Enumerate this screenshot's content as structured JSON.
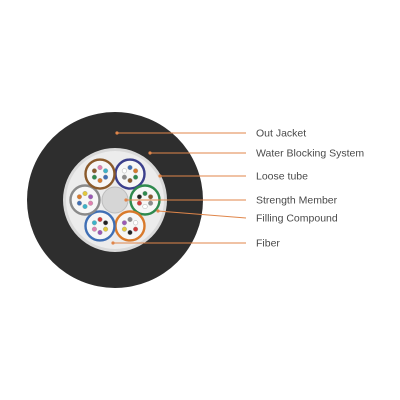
{
  "diagram": {
    "labels": [
      {
        "id": "out-jacket",
        "text": "Out Jacket"
      },
      {
        "id": "water-blocking",
        "text": "Water Blocking System"
      },
      {
        "id": "loose-tube",
        "text": "Loose tube"
      },
      {
        "id": "strength-member",
        "text": "Strength Member"
      },
      {
        "id": "filling-compound",
        "text": "Filling Compound"
      },
      {
        "id": "fiber",
        "text": "Fiber"
      }
    ]
  },
  "colors": {
    "jacket": "#2e2e2e",
    "water_blocking_ring": "#d9d9d9",
    "core": "#ececec",
    "strength_member": "#d6d6d6",
    "tube_fill": "#f7f7f7",
    "leader_line": "#e0864a",
    "leader_dot": "#e0864a",
    "label_text": "#4a4a4a",
    "tubes": [
      "#3b3f8c",
      "#2f8a4e",
      "#d97a2b",
      "#3f6fb5",
      "#8a8a8a",
      "#8b5a2b"
    ],
    "fibers": [
      "#3f6fb5",
      "#d97a2b",
      "#2f8a4e",
      "#8b5a2b",
      "#8a8a8a",
      "#ffffff",
      "#d43b3b",
      "#222222",
      "#e3c93b",
      "#9b59b6",
      "#e17fb0",
      "#3bb3c9"
    ]
  }
}
